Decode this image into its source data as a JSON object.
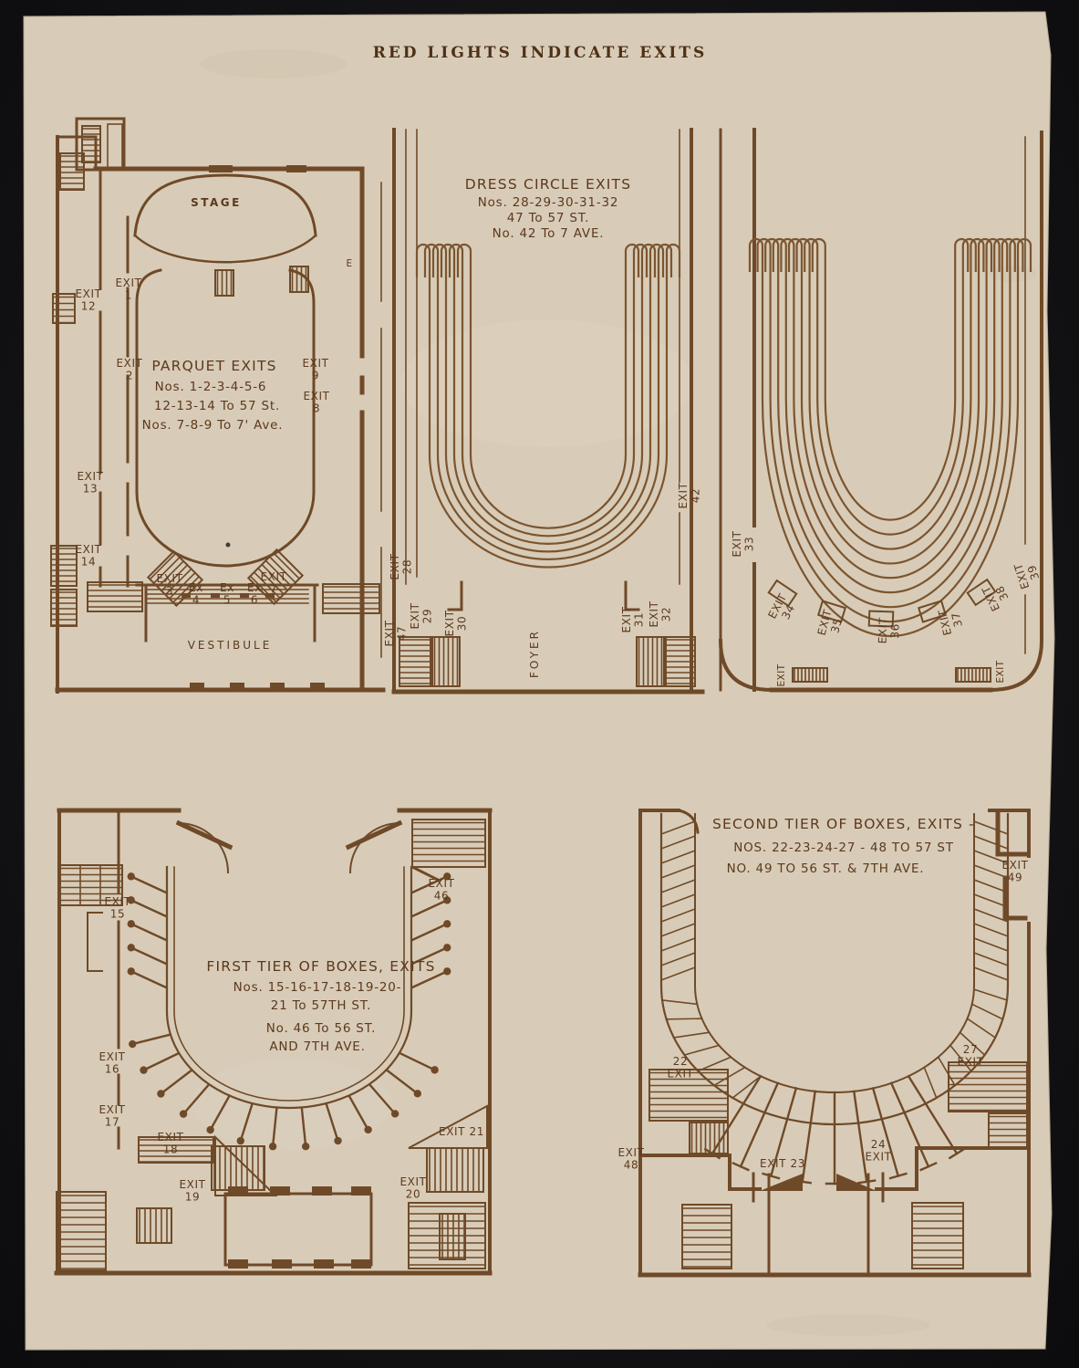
{
  "page_title": "RED LIGHTS INDICATE EXITS",
  "colors": {
    "paper": "#d8ccb8",
    "ink": "#6f4a28",
    "ink_text": "#5c391d",
    "backdrop": "#141417"
  },
  "plans": {
    "parquet": {
      "stage": "STAGE",
      "vestibule": "VESTIBULE",
      "side_door": "E",
      "heading": [
        "PARQUET EXITS",
        "Nos. 1-2-3-4-5-6",
        "12-13-14 To 57 St.",
        "Nos. 7-8-9 To 7' Ave."
      ],
      "exits": {
        "e1": [
          "EXIT",
          "1"
        ],
        "e2": [
          "EXIT",
          "2"
        ],
        "e3": [
          "EXIT",
          "3"
        ],
        "e4": [
          "Ex",
          "4"
        ],
        "e5": [
          "Ex",
          "5"
        ],
        "e6": [
          "Ex",
          "6"
        ],
        "e7": [
          "EXIT",
          "7"
        ],
        "e8": [
          "EXIT",
          "8"
        ],
        "e9": [
          "EXIT",
          "9"
        ],
        "e12": [
          "EXIT",
          "12"
        ],
        "e13": [
          "EXIT",
          "13"
        ],
        "e14": [
          "EXIT",
          "14"
        ]
      }
    },
    "dress_circle": {
      "heading": [
        "DRESS CIRCLE EXITS",
        "Nos. 28-29-30-31-32",
        "47 To 57 ST.",
        "No. 42 To 7 AVE."
      ],
      "foyer": "FOYER",
      "exits": {
        "e28": [
          "EXIT",
          "28"
        ],
        "e29": [
          "EXIT",
          "29"
        ],
        "e30": [
          "EXIT",
          "30"
        ],
        "e31": [
          "EXIT",
          "31"
        ],
        "e32": [
          "EXIT",
          "32"
        ],
        "e42": [
          "EXIT",
          "42"
        ],
        "e47": [
          "EXIT",
          "47"
        ]
      }
    },
    "balcony": {
      "exits": {
        "e33": [
          "EXIT",
          "33"
        ],
        "e34": [
          "EXIT",
          "34"
        ],
        "e35": [
          "EXIT",
          "35"
        ],
        "e36": [
          "EXIT",
          "36"
        ],
        "e37": [
          "EXIT",
          "37"
        ],
        "e38": [
          "EXIT",
          "38"
        ],
        "e39": [
          "EXIT",
          "39"
        ],
        "sw": "EXIT",
        "se": "EXIT"
      }
    },
    "first_tier": {
      "heading": [
        "FIRST TIER OF BOXES, EXITS",
        "Nos. 15-16-17-18-19-20-",
        "21 To 57TH ST.",
        "No. 46 To 56 ST.",
        "AND 7TH AVE."
      ],
      "exits": {
        "e15": [
          "EXIT",
          "15"
        ],
        "e16": [
          "EXIT",
          "16"
        ],
        "e17": [
          "EXIT",
          "17"
        ],
        "e18": [
          "EXIT",
          "18"
        ],
        "e19": [
          "EXIT",
          "19"
        ],
        "e20": [
          "EXIT",
          "20"
        ],
        "e21": "EXIT 21",
        "e46": [
          "EXIT",
          "46"
        ]
      }
    },
    "second_tier": {
      "heading": [
        "SECOND TIER OF BOXES, EXITS -",
        "NOS. 22-23-24-27 - 48 TO 57 ST",
        "NO. 49 TO 56 ST. & 7TH AVE."
      ],
      "exits": {
        "e22": [
          "22",
          "EXIT"
        ],
        "e23": "EXIT 23",
        "e24": [
          "24",
          "EXIT"
        ],
        "e27": [
          "27",
          "EXIT"
        ],
        "e48": [
          "EXIT",
          "48"
        ],
        "e49": [
          "EXIT",
          "49"
        ]
      }
    }
  }
}
